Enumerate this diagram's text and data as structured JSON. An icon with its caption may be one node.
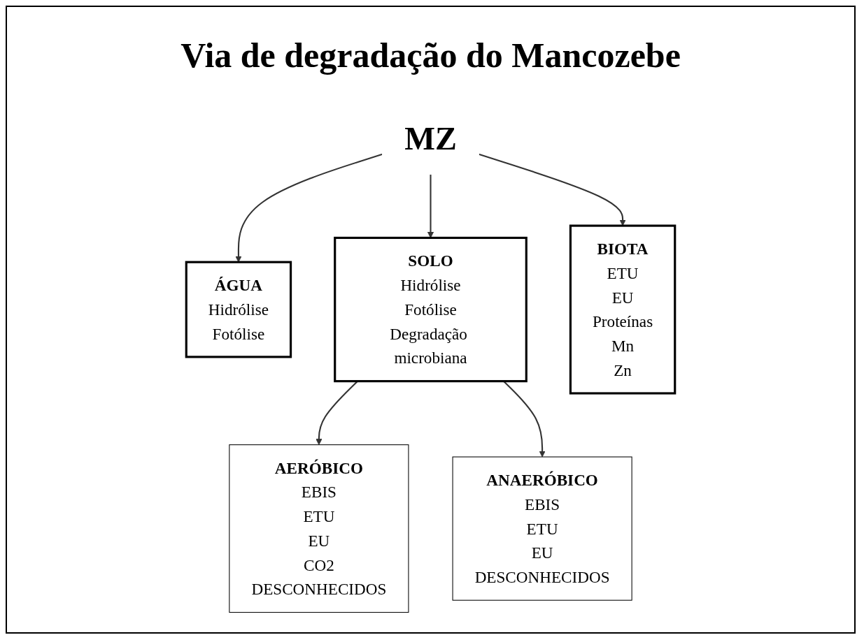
{
  "diagram": {
    "title": "Via de degradação do Mancozebe",
    "nodes": [
      {
        "text": [
          "MZ"
        ]
      },
      {
        "text": [
          "ÁGUA",
          "Hidrólise",
          "Fotólise"
        ]
      },
      {
        "text": [
          "SOLO",
          "Hidrólise",
          "Fotólise",
          "Degradação microbiana"
        ]
      },
      {
        "text": [
          "BIOTA",
          "ETU",
          "EU",
          "Proteínas",
          "Mn",
          "Zn"
        ]
      },
      {
        "text": [
          "AERÓBICO",
          "EBIS",
          "ETU",
          "EU",
          "CO2",
          "DESCONHECIDOS"
        ]
      },
      {
        "text": [
          "ANAERÓBICO",
          "EBIS",
          "ETU",
          "EU",
          "DESCONHECIDOS"
        ]
      }
    ],
    "edges": [
      {
        "from": 0,
        "to": 1,
        "arrow": "to"
      },
      {
        "from": 0,
        "to": 2,
        "arrow": "to"
      },
      {
        "from": 0,
        "to": 3,
        "arrow": "to"
      },
      {
        "from": 2,
        "to": 4,
        "arrow": "to"
      },
      {
        "from": 2,
        "to": 5,
        "arrow": "to"
      }
    ]
  }
}
